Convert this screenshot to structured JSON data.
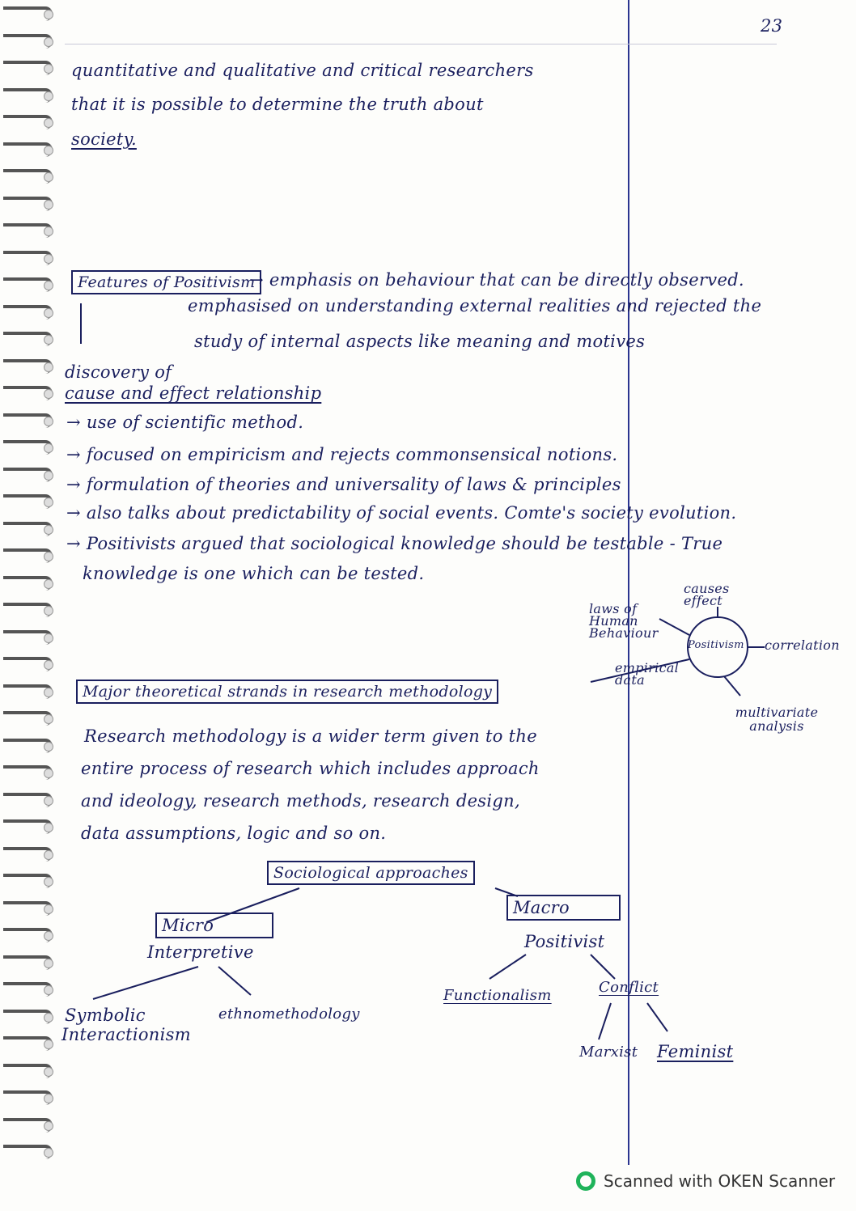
{
  "page_number": "23",
  "intro": [
    "quantitative and qualitative and critical researchers",
    "that it is possible to determine the truth about",
    "society."
  ],
  "features": {
    "title": "Features of Positivism",
    "points": [
      "→ emphasis on behaviour that can be directly observed.",
      "emphasised on understanding external realities and rejected the",
      "study of internal aspects like meaning and motives"
    ],
    "list_head": [
      "discovery of",
      "cause and effect relationship"
    ],
    "list": [
      "→ use of scientific method.",
      "→ focused on empiricism and rejects commonsensical notions.",
      "→ formulation of theories and universality of laws & principles",
      "→ also talks about predictability of social events. Comte's society evolution.",
      "→ Positivists argued that sociological knowledge should be testable - True",
      "knowledge is one which can be tested."
    ]
  },
  "mindmap": {
    "center": "Positivism",
    "nodes": [
      "laws of Human Behaviour",
      "causes effect",
      "correlation",
      "empirical data",
      "multivariate analysis"
    ]
  },
  "strands": {
    "title": "Major theoretical strands in research methodology",
    "body": [
      "Research methodology is a wider term given to the",
      "entire process of research which includes approach",
      "and ideology, research methods, research design,",
      "data assumptions, logic and so on."
    ]
  },
  "tree": {
    "root": "Sociological approaches",
    "micro": "Micro",
    "interpretive": "Interpretive",
    "symbolic": [
      "Symbolic",
      "Interactionism"
    ],
    "ethno": "ethnomethodology",
    "macro": "Macro",
    "positivist": "Positivist",
    "functionalism": "Functionalism",
    "conflict": "Conflict",
    "marxist": "Marxist",
    "feminist": "Feminist"
  },
  "footer": "Scanned with OKEN Scanner"
}
